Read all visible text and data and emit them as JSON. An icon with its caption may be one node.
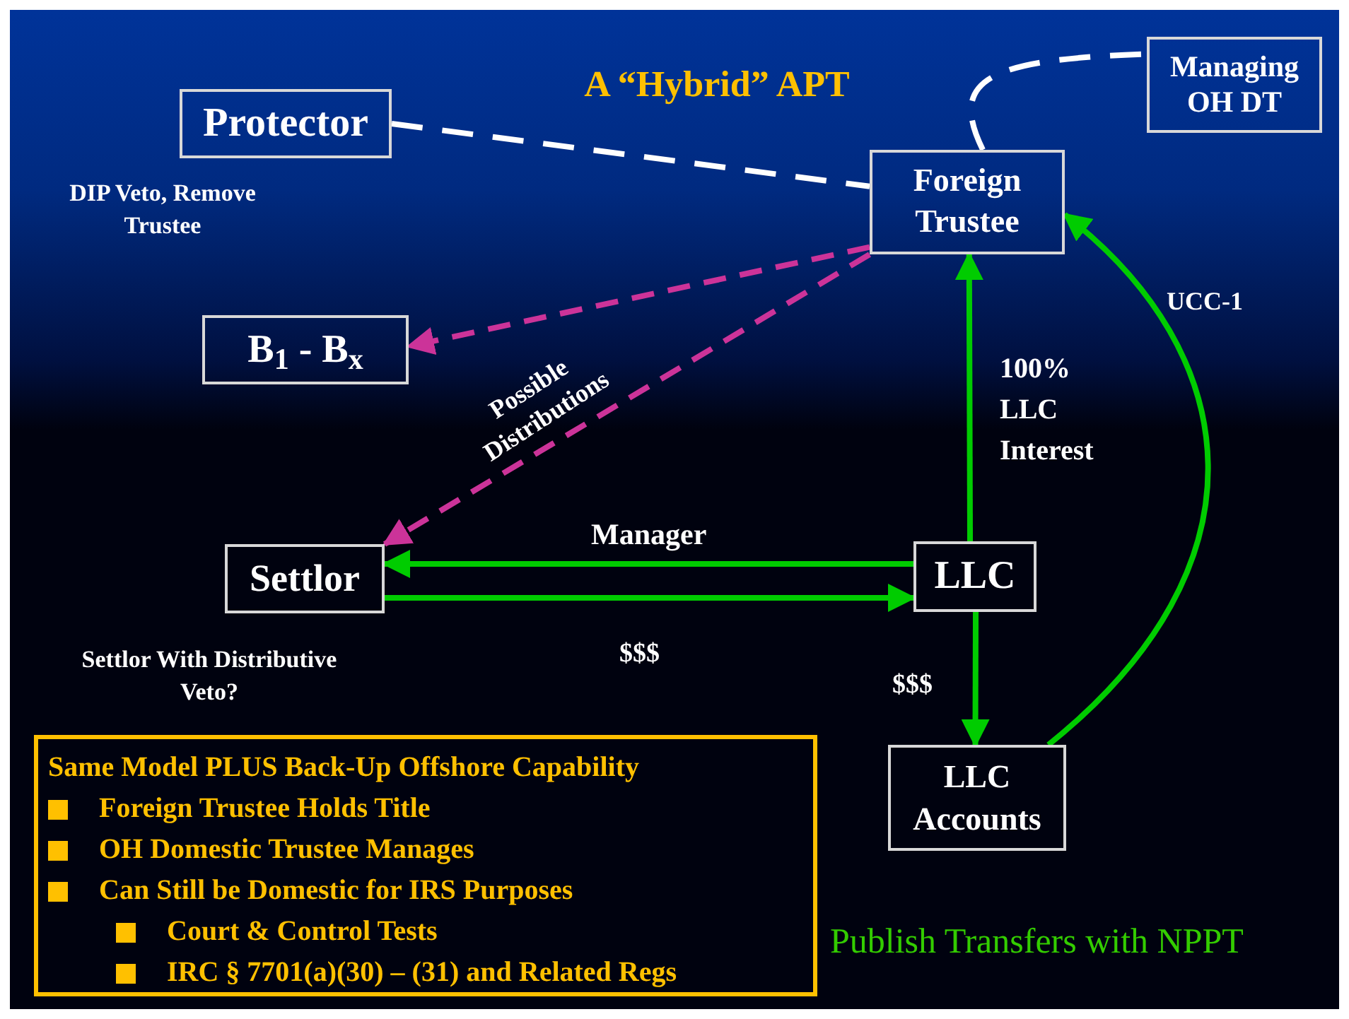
{
  "diagram": {
    "title": "A “Hybrid” APT",
    "nodes": [
      {
        "text": [
          "Protector"
        ],
        "beside": [
          "DIP Veto, Remove Trustee"
        ]
      },
      {
        "text": [
          "Managing OH DT"
        ]
      },
      {
        "text": [
          "Foreign Trustee"
        ]
      },
      {
        "text": [
          "B$_{1}$ - B$_{x}$"
        ]
      },
      {
        "text": [
          "Settlor"
        ],
        "beside": [
          "Settlor With Distributive Veto?"
        ]
      },
      {
        "text": [
          "LLC"
        ]
      },
      {
        "text": [
          "LLC Accounts"
        ]
      },
      {
        "text": [
          "Same Model PLUS Back-Up Offshore Capability",
          "Foreign Trustee Holds Title",
          "OH Domestic Trustee Manages",
          "Can Still be Domestic for IRS Purposes",
          "Court & Control Tests",
          "IRC § 7701(a)(30) – (31) and Related Regs"
        ]
      }
    ],
    "edges": [
      {
        "from": 0,
        "to": 2,
        "arrow": "none",
        "style": "dashed",
        "color": "#ffffff"
      },
      {
        "from": 2,
        "to": 1,
        "arrow": "none",
        "style": "dashed",
        "color": "#ffffff"
      },
      {
        "from": 2,
        "to": 3,
        "arrow": "to",
        "style": "dashed",
        "color": "#cc3399"
      },
      {
        "from": 2,
        "to": 4,
        "arrow": "to",
        "style": "dashed",
        "color": "#cc3399",
        "label": "Possible Distributions"
      },
      {
        "from": 5,
        "to": 2,
        "arrow": "to",
        "label": "100% LLC Interest"
      },
      {
        "from": 6,
        "to": 2,
        "arrow": "to",
        "label": "UCC-1"
      },
      {
        "from": 5,
        "to": 4,
        "arrow": "to",
        "label": "Manager"
      },
      {
        "from": 4,
        "to": 5,
        "arrow": "to",
        "label": "$$$"
      },
      {
        "from": 5,
        "to": 6,
        "arrow": "to",
        "label": "$$$"
      }
    ],
    "labels": [
      "Publish Transfers with NPPT"
    ]
  }
}
